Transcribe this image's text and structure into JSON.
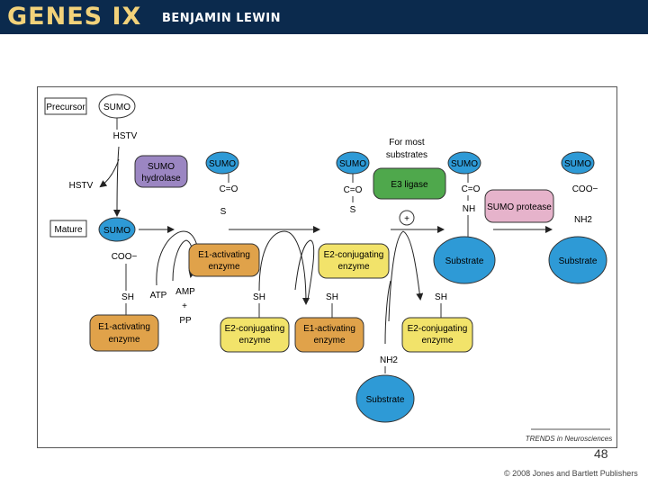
{
  "header": {
    "title": "GENES IX",
    "author": "BENJAMIN LEWIN"
  },
  "diagram": {
    "labels": {
      "precursor": "Precursor",
      "mature": "Mature",
      "hstv_top": "HSTV",
      "hstv_left": "HSTV",
      "sumo": "SUMO",
      "sumo_hydrolase": [
        "SUMO",
        "hydrolase"
      ],
      "coo_left": "COO−",
      "sh": "SH",
      "atp": "ATP",
      "amp": "AMP",
      "plus": "+",
      "pp": "PP",
      "c_eq_o": "C=O",
      "s": "S",
      "for_most": [
        "For most",
        "substrates"
      ],
      "e3_ligase": "E3 ligase",
      "nh": "NH",
      "nh2": "NH2",
      "sumo_protease": "SUMO protease",
      "coo_right": "COO−",
      "e1_enzyme": [
        "E1-activating",
        "enzyme"
      ],
      "e2_enzyme": [
        "E2-conjugating",
        "enzyme"
      ],
      "substrate": "Substrate",
      "trends": "TRENDS in Neurosciences"
    },
    "colors": {
      "sumo_hydrolase": "#9b86c2",
      "e1": "#e0a24a",
      "e2": "#f2e36a",
      "e3": "#4fa84c",
      "protease": "#e6b3cb",
      "substrate": "#2e9ad6"
    }
  },
  "footer": {
    "page_number": "48",
    "copyright": "© 2008 Jones and Bartlett Publishers"
  }
}
